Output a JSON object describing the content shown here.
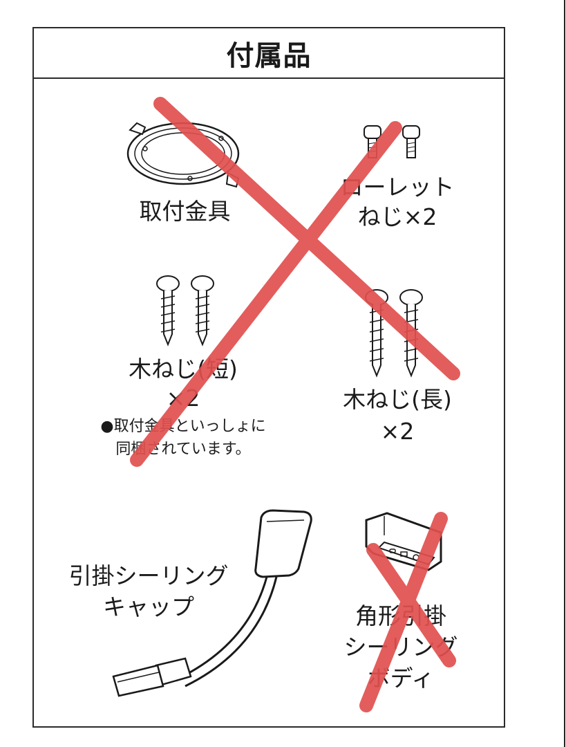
{
  "title": "付属品",
  "items": [
    {
      "id": "mounting-bracket",
      "label": "取付金具",
      "crossed_out": true
    },
    {
      "id": "knurled-screw",
      "label_line1": "ローレット",
      "label_line2": "ねじ×2",
      "crossed_out": true
    },
    {
      "id": "wood-screw-short",
      "label_line1": "木ねじ(短)",
      "label_line2": "×2",
      "note_line1": "●取付金具といっしょに",
      "note_line2": "同梱されています。",
      "crossed_out": true
    },
    {
      "id": "wood-screw-long",
      "label_line1": "木ねじ(長)",
      "label_line2": "×2",
      "crossed_out": true
    },
    {
      "id": "ceiling-cap",
      "label_line1": "引掛シーリング",
      "label_line2": "キャップ",
      "crossed_out": false
    },
    {
      "id": "ceiling-body",
      "label_line1": "角形引掛",
      "label_line2": "シーリング",
      "label_line3": "ボディ",
      "crossed_out": true
    }
  ],
  "colors": {
    "cross_mark": "#e0504f",
    "line": "#1a1a1a"
  }
}
